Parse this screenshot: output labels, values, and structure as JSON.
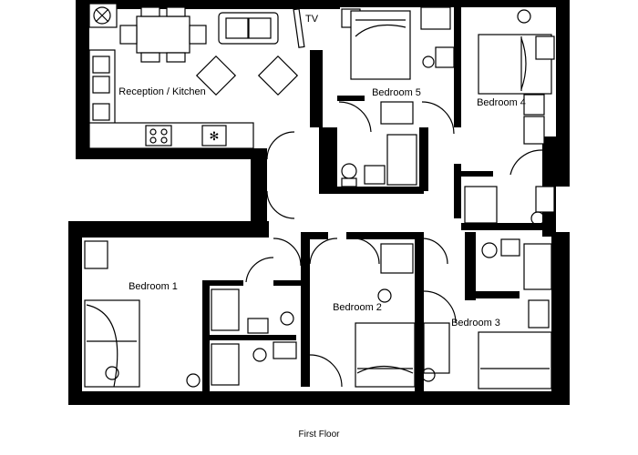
{
  "rooms": {
    "reception_kitchen": "Reception / Kitchen",
    "bedroom_1": "Bedroom 1",
    "bedroom_2": "Bedroom 2",
    "bedroom_3": "Bedroom 3",
    "bedroom_4": "Bedroom 4",
    "bedroom_5": "Bedroom 5"
  },
  "labels": {
    "tv": "TV"
  },
  "floor_caption": "First Floor",
  "colors": {
    "wall": "#000000",
    "background": "#ffffff"
  }
}
